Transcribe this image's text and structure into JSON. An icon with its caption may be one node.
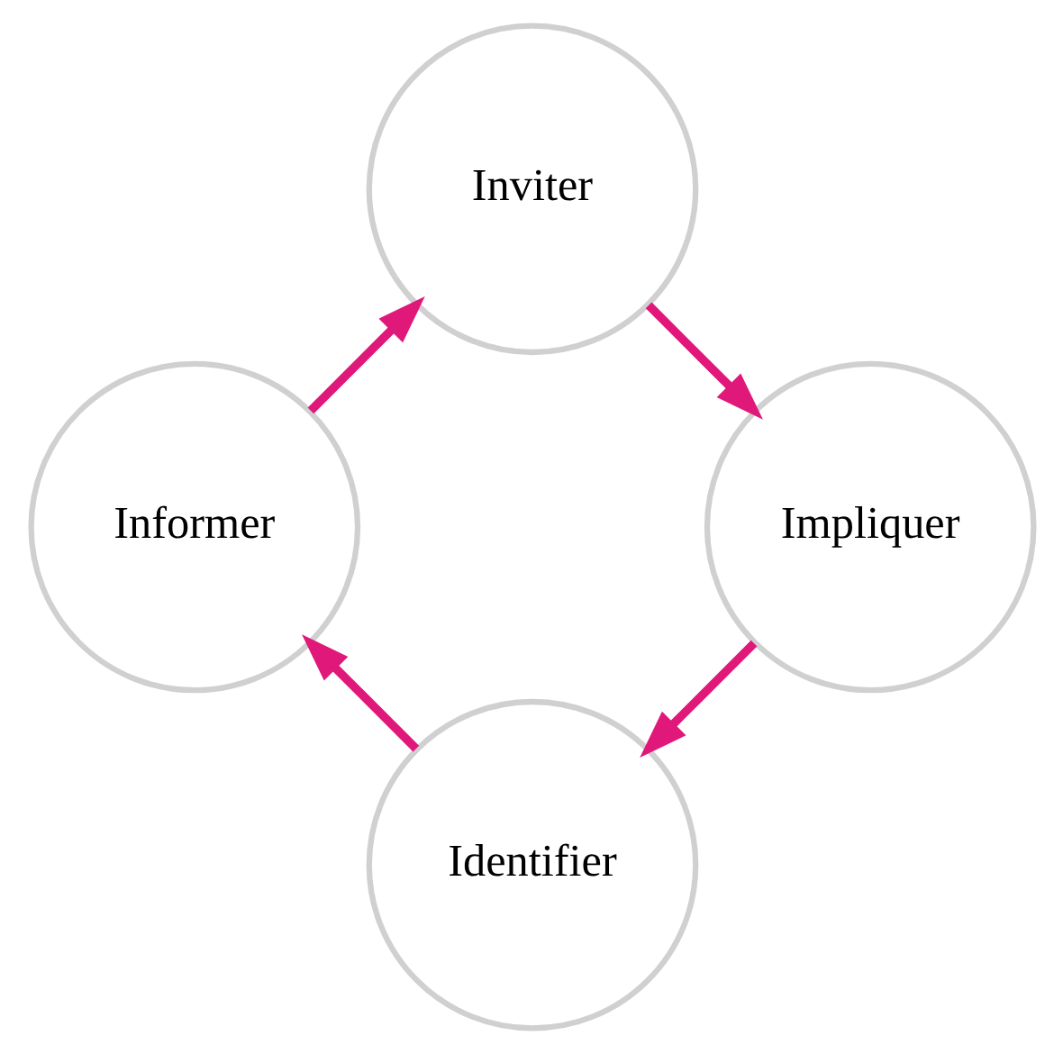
{
  "diagram": {
    "nodes": [
      {
        "text": [
          "Identifier"
        ]
      },
      {
        "text": [
          "Informer"
        ]
      },
      {
        "text": [
          "Inviter"
        ]
      },
      {
        "text": [
          "Impliquer"
        ]
      }
    ],
    "edges": [
      {
        "from": 0,
        "to": 1,
        "arrow": "to"
      },
      {
        "from": 1,
        "to": 2,
        "arrow": "to"
      },
      {
        "from": 2,
        "to": 3,
        "arrow": "to"
      },
      {
        "from": 3,
        "to": 0,
        "arrow": "to"
      }
    ]
  }
}
